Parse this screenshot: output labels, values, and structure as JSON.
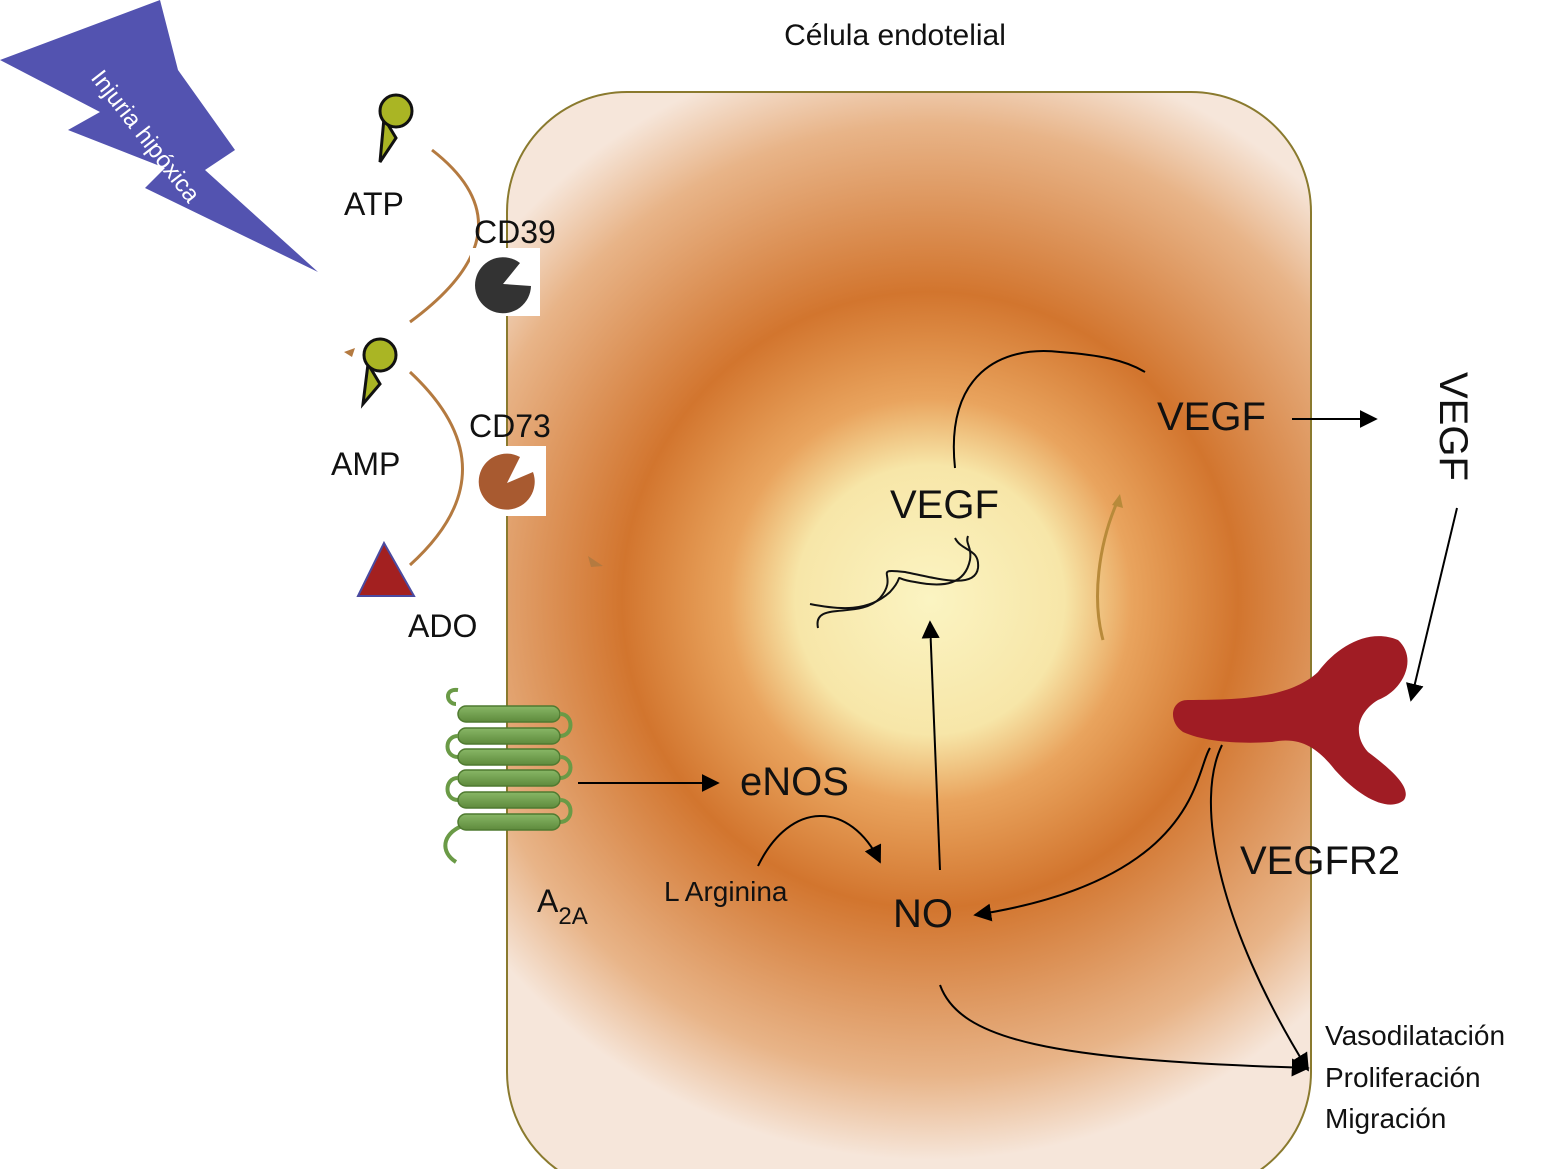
{
  "title": "Célula endotelial",
  "injury": "Injuria hipóxica",
  "molecules": {
    "atp": "ATP",
    "amp": "AMP",
    "ado": "ADO"
  },
  "enzymes": {
    "cd39": "CD39",
    "cd73": "CD73"
  },
  "receptor_a2a": {
    "main": "A",
    "sub": "2A"
  },
  "enos": "eNOS",
  "l_arginina": "L Arginina",
  "no": "NO",
  "vegf_nucleus": "VEGF",
  "vegf_cytoplasm": "VEGF",
  "vegf_outside": "VEGF",
  "vegfr2": "VEGFR2",
  "effects": [
    "Vasodilatación",
    "Proliferación",
    "Migración"
  ],
  "colors": {
    "cell_outline": "#8a7a2e",
    "cell_edge": "#f6e6da",
    "cell_mid": "#d2752e",
    "nucleus": "#fbf4c2",
    "injury": "#5353b0",
    "molecule": "#aab524",
    "cd39": "#333333",
    "cd73": "#a85a30",
    "ado": "#a32020",
    "membrane_arc": "#b47a40",
    "a2a": "#6a9a46",
    "vegfr2": "#a01c24"
  }
}
